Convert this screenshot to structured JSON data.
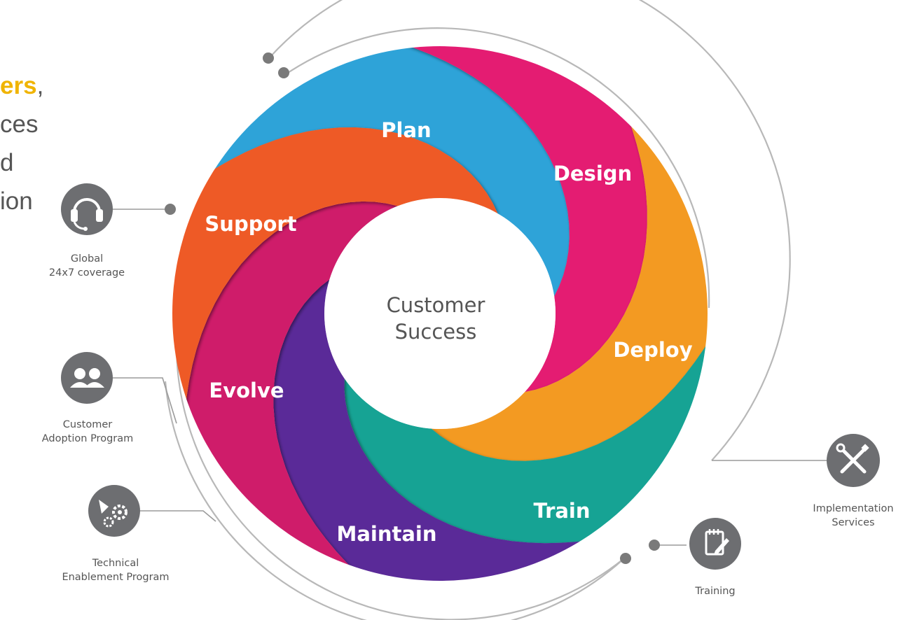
{
  "intro": {
    "line1_highlight": "ers",
    "line1_after": ",",
    "line2": "ces",
    "line3": "d",
    "line4": "ion"
  },
  "center": {
    "line1": "Customer",
    "line2": "Success"
  },
  "segments": [
    {
      "label": "Plan",
      "color": "#2fa3d8"
    },
    {
      "label": "Design",
      "color": "#e41f72"
    },
    {
      "label": "Deploy",
      "color": "#f39a23"
    },
    {
      "label": "Train",
      "color": "#13a394"
    },
    {
      "label": "Maintain",
      "color": "#5a2a98"
    },
    {
      "label": "Evolve",
      "color": "#cf1c6b"
    },
    {
      "label": "Support",
      "color": "#ee5a25"
    }
  ],
  "services": [
    {
      "icon": "headset-icon",
      "line1": "Global",
      "line2": "24x7 coverage"
    },
    {
      "icon": "users-icon",
      "line1": "Customer",
      "line2": "Adoption Program"
    },
    {
      "icon": "gears-icon",
      "line1": "Technical",
      "line2": "Enablement Program"
    },
    {
      "icon": "notepad-icon",
      "line1": "Training",
      "line2": ""
    },
    {
      "icon": "tools-icon",
      "line1": "Implementation",
      "line2": "Services"
    }
  ],
  "colors": {
    "highlight": "#f0b400",
    "icon_bg": "#6d6e71",
    "text": "#555555",
    "connector": "#9a9a9a"
  }
}
